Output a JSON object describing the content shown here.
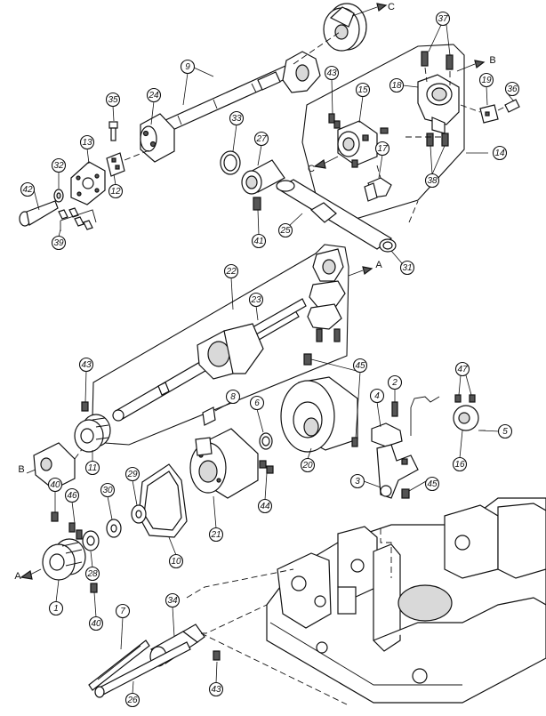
{
  "diagram": {
    "balloons": [
      {
        "key": "b42",
        "label": "42"
      },
      {
        "key": "b32",
        "label": "32"
      },
      {
        "key": "b39",
        "label": "39"
      },
      {
        "key": "b13",
        "label": "13"
      },
      {
        "key": "b12",
        "label": "12"
      },
      {
        "key": "b35",
        "label": "35"
      },
      {
        "key": "b24",
        "label": "24"
      },
      {
        "key": "b9",
        "label": "9"
      },
      {
        "key": "b33",
        "label": "33"
      },
      {
        "key": "b27",
        "label": "27"
      },
      {
        "key": "b41",
        "label": "41"
      },
      {
        "key": "b25",
        "label": "25"
      },
      {
        "key": "b31",
        "label": "31"
      },
      {
        "key": "b37",
        "label": "37"
      },
      {
        "key": "b36",
        "label": "36"
      },
      {
        "key": "b18",
        "label": "18"
      },
      {
        "key": "b19",
        "label": "19"
      },
      {
        "key": "b43a",
        "label": "43"
      },
      {
        "key": "b15",
        "label": "15"
      },
      {
        "key": "b14",
        "label": "14"
      },
      {
        "key": "b17",
        "label": "17"
      },
      {
        "key": "b38",
        "label": "38"
      },
      {
        "key": "b22",
        "label": "22"
      },
      {
        "key": "b23",
        "label": "23"
      },
      {
        "key": "b43b",
        "label": "43"
      },
      {
        "key": "b11",
        "label": "11"
      },
      {
        "key": "b8",
        "label": "8"
      },
      {
        "key": "b6",
        "label": "6"
      },
      {
        "key": "b45a",
        "label": "45"
      },
      {
        "key": "b4",
        "label": "4"
      },
      {
        "key": "b2",
        "label": "2"
      },
      {
        "key": "b47",
        "label": "47"
      },
      {
        "key": "b5",
        "label": "5"
      },
      {
        "key": "b16",
        "label": "16"
      },
      {
        "key": "b20",
        "label": "20"
      },
      {
        "key": "b3",
        "label": "3"
      },
      {
        "key": "b45b",
        "label": "45"
      },
      {
        "key": "b44",
        "label": "44"
      },
      {
        "key": "b21",
        "label": "21"
      },
      {
        "key": "b10",
        "label": "10"
      },
      {
        "key": "b29",
        "label": "29"
      },
      {
        "key": "b30",
        "label": "30"
      },
      {
        "key": "b46",
        "label": "46"
      },
      {
        "key": "b40a",
        "label": "40"
      },
      {
        "key": "b28",
        "label": "28"
      },
      {
        "key": "b1",
        "label": "1"
      },
      {
        "key": "b40b",
        "label": "40"
      },
      {
        "key": "b7",
        "label": "7"
      },
      {
        "key": "b34",
        "label": "34"
      },
      {
        "key": "b26",
        "label": "26"
      },
      {
        "key": "b43c",
        "label": "43"
      }
    ],
    "view_letters": [
      {
        "key": "C1",
        "label": "C"
      },
      {
        "key": "C2",
        "label": "C"
      },
      {
        "key": "B1",
        "label": "B"
      },
      {
        "key": "B2",
        "label": "B"
      },
      {
        "key": "A1",
        "label": "A"
      },
      {
        "key": "A2",
        "label": "A"
      }
    ]
  }
}
